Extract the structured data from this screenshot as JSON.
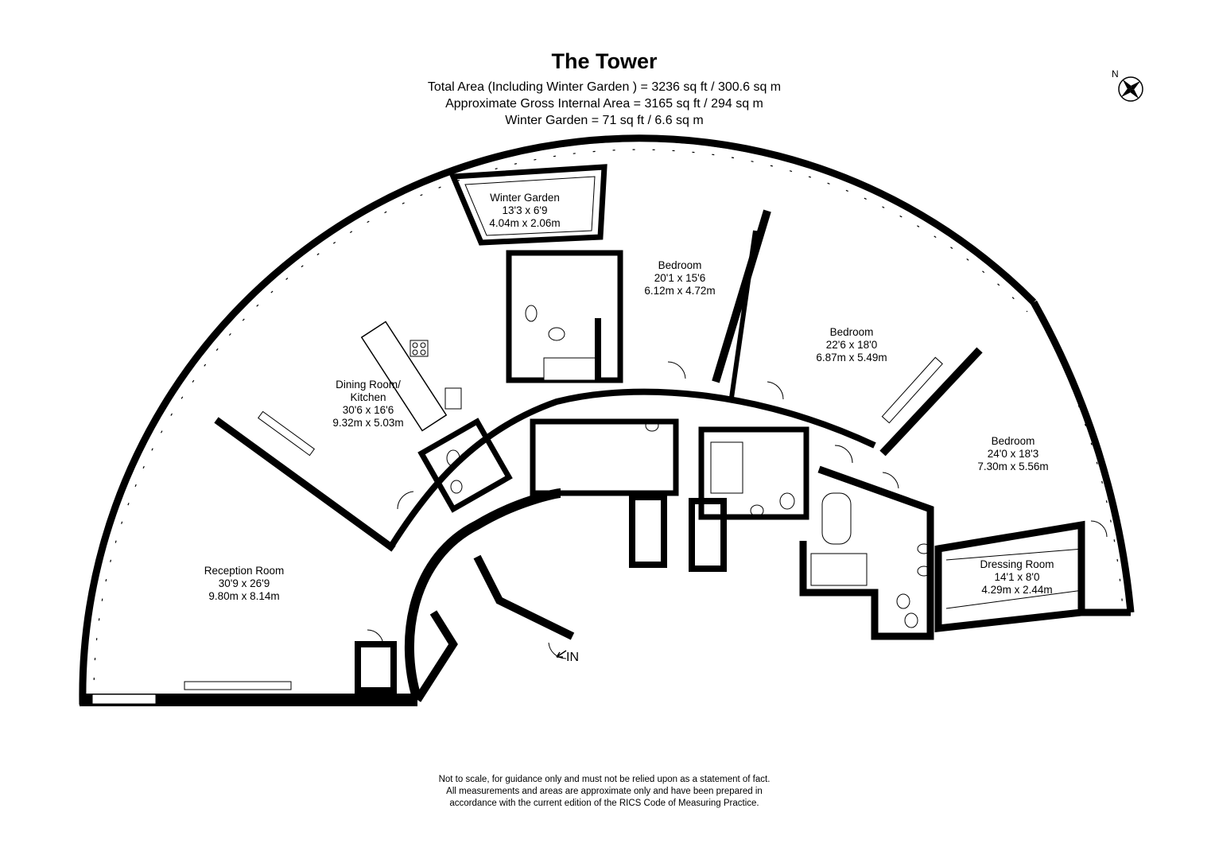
{
  "header": {
    "title": "The Tower",
    "area_lines": [
      "Total Area (Including Winter Garden ) = 3236 sq ft / 300.6 sq m",
      "Approximate Gross Internal Area = 3165 sq ft / 294 sq m",
      "Winter Garden  = 71 sq ft / 6.6 sq m"
    ]
  },
  "compass": {
    "label": "N",
    "icon": "compass-rose-icon"
  },
  "rooms": {
    "winter_garden": {
      "name": "Winter Garden",
      "imperial": "13'3 x 6'9",
      "metric": "4.04m x 2.06m"
    },
    "bedroom_1": {
      "name": "Bedroom",
      "imperial": "20'1 x 15'6",
      "metric": "6.12m x 4.72m"
    },
    "bedroom_2": {
      "name": "Bedroom",
      "imperial": "22'6 x 18'0",
      "metric": "6.87m x 5.49m"
    },
    "bedroom_3": {
      "name": "Bedroom",
      "imperial": "24'0 x 18'3",
      "metric": "7.30m x 5.56m"
    },
    "dining_kitchen": {
      "name_line1": "Dining Room/",
      "name_line2": "Kitchen",
      "imperial": "30'6 x 16'6",
      "metric": "9.32m x 5.03m"
    },
    "reception": {
      "name": "Reception Room",
      "imperial": "30'9 x 26'9",
      "metric": "9.80m x 8.14m"
    },
    "dressing": {
      "name": "Dressing Room",
      "imperial": "14'1 x 8'0",
      "metric": "4.29m x 2.44m"
    }
  },
  "entrance": {
    "label": "IN"
  },
  "disclaimer": [
    "Not to scale, for guidance only and must not be relied upon as a statement of fact.",
    "All measurements and areas are approximate only and have been prepared in",
    "accordance with the current edition of the RICS Code of Measuring Practice."
  ]
}
